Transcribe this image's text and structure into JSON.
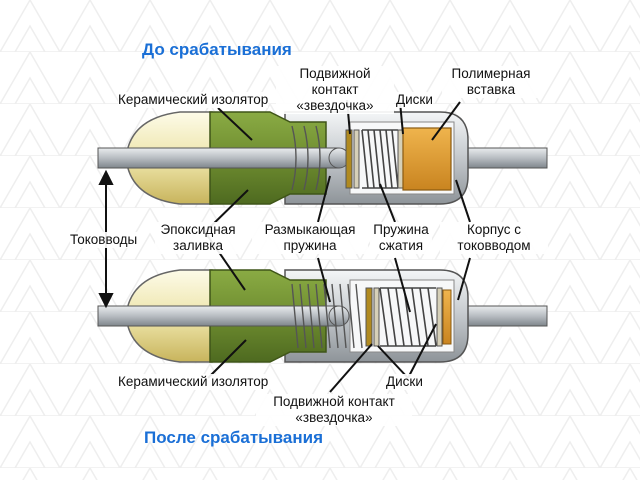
{
  "titles": {
    "before": "До срабатывания",
    "after": "После срабатывания"
  },
  "labels": {
    "ceramic_top": "Керамический изолятор",
    "movable_contact_top": "Подвижной контакт «звездочка»",
    "discs_top": "Диски",
    "polymer_insert": "Полимерная вставка",
    "leads": "Токовводы",
    "epoxy": "Эпоксидная заливка",
    "release_spring": "Размыкающая пружина",
    "compression_spring": "Пружина сжатия",
    "housing": "Корпус с токовводом",
    "ceramic_bottom": "Керамический изолятор",
    "discs_bottom": "Диски",
    "movable_contact_bottom": "Подвижной контакт «звездочка»"
  },
  "colors": {
    "title_blue": "#1a6fd6",
    "ceramic": "#e8dc9a",
    "epoxy_green": "#7a9a3a",
    "polymer_orange": "#e0a13a",
    "metal": "#c8ccd0"
  }
}
